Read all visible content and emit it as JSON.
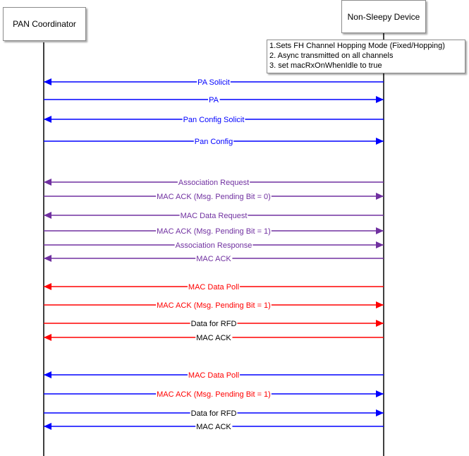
{
  "actors": {
    "left": "PAN Coordinator",
    "right": "Non-Sleepy Device"
  },
  "note": {
    "lines": [
      "1.Sets FH Channel Hopping Mode (Fixed/Hopping)",
      "2. Async  transmitted on all channels",
      "3. set macRxOnWhenIdle to true"
    ]
  },
  "colors": {
    "blue": "#0000ff",
    "purple": "#7030a0",
    "red": "#ff0000",
    "lifeline": "#000000"
  },
  "messages": [
    {
      "label": "PA Solicit",
      "direction": "right-to-left",
      "line_color": "blue",
      "text_color": "blue"
    },
    {
      "label": "PA",
      "direction": "left-to-right",
      "line_color": "blue",
      "text_color": "blue"
    },
    {
      "label": "Pan Config Solicit",
      "direction": "right-to-left",
      "line_color": "blue",
      "text_color": "blue"
    },
    {
      "label": "Pan Config",
      "direction": "left-to-right",
      "line_color": "blue",
      "text_color": "blue"
    },
    {
      "label": "Association Request",
      "direction": "right-to-left",
      "line_color": "purple",
      "text_color": "purple"
    },
    {
      "label": "MAC ACK (Msg. Pending Bit = 0)",
      "direction": "left-to-right",
      "line_color": "purple",
      "text_color": "purple"
    },
    {
      "label": "MAC Data Request",
      "direction": "right-to-left",
      "line_color": "purple",
      "text_color": "purple"
    },
    {
      "label": "MAC ACK (Msg. Pending Bit = 1)",
      "direction": "left-to-right",
      "line_color": "purple",
      "text_color": "purple"
    },
    {
      "label": "Association Response",
      "direction": "left-to-right",
      "line_color": "purple",
      "text_color": "purple"
    },
    {
      "label": "MAC ACK",
      "direction": "right-to-left",
      "line_color": "purple",
      "text_color": "purple"
    },
    {
      "label": "MAC Data Poll",
      "direction": "right-to-left",
      "line_color": "red",
      "text_color": "red"
    },
    {
      "label": "MAC ACK (Msg. Pending Bit = 1)",
      "direction": "left-to-right",
      "line_color": "red",
      "text_color": "red"
    },
    {
      "label": "Data for RFD",
      "direction": "left-to-right",
      "line_color": "red",
      "text_color": "black"
    },
    {
      "label": "MAC ACK",
      "direction": "right-to-left",
      "line_color": "red",
      "text_color": "black"
    },
    {
      "label": "MAC Data Poll",
      "direction": "right-to-left",
      "line_color": "blue",
      "text_color": "red"
    },
    {
      "label": "MAC ACK (Msg. Pending Bit = 1)",
      "direction": "left-to-right",
      "line_color": "blue",
      "text_color": "red"
    },
    {
      "label": "Data for RFD",
      "direction": "left-to-right",
      "line_color": "blue",
      "text_color": "black"
    },
    {
      "label": "MAC ACK",
      "direction": "right-to-left",
      "line_color": "blue",
      "text_color": "black"
    }
  ]
}
